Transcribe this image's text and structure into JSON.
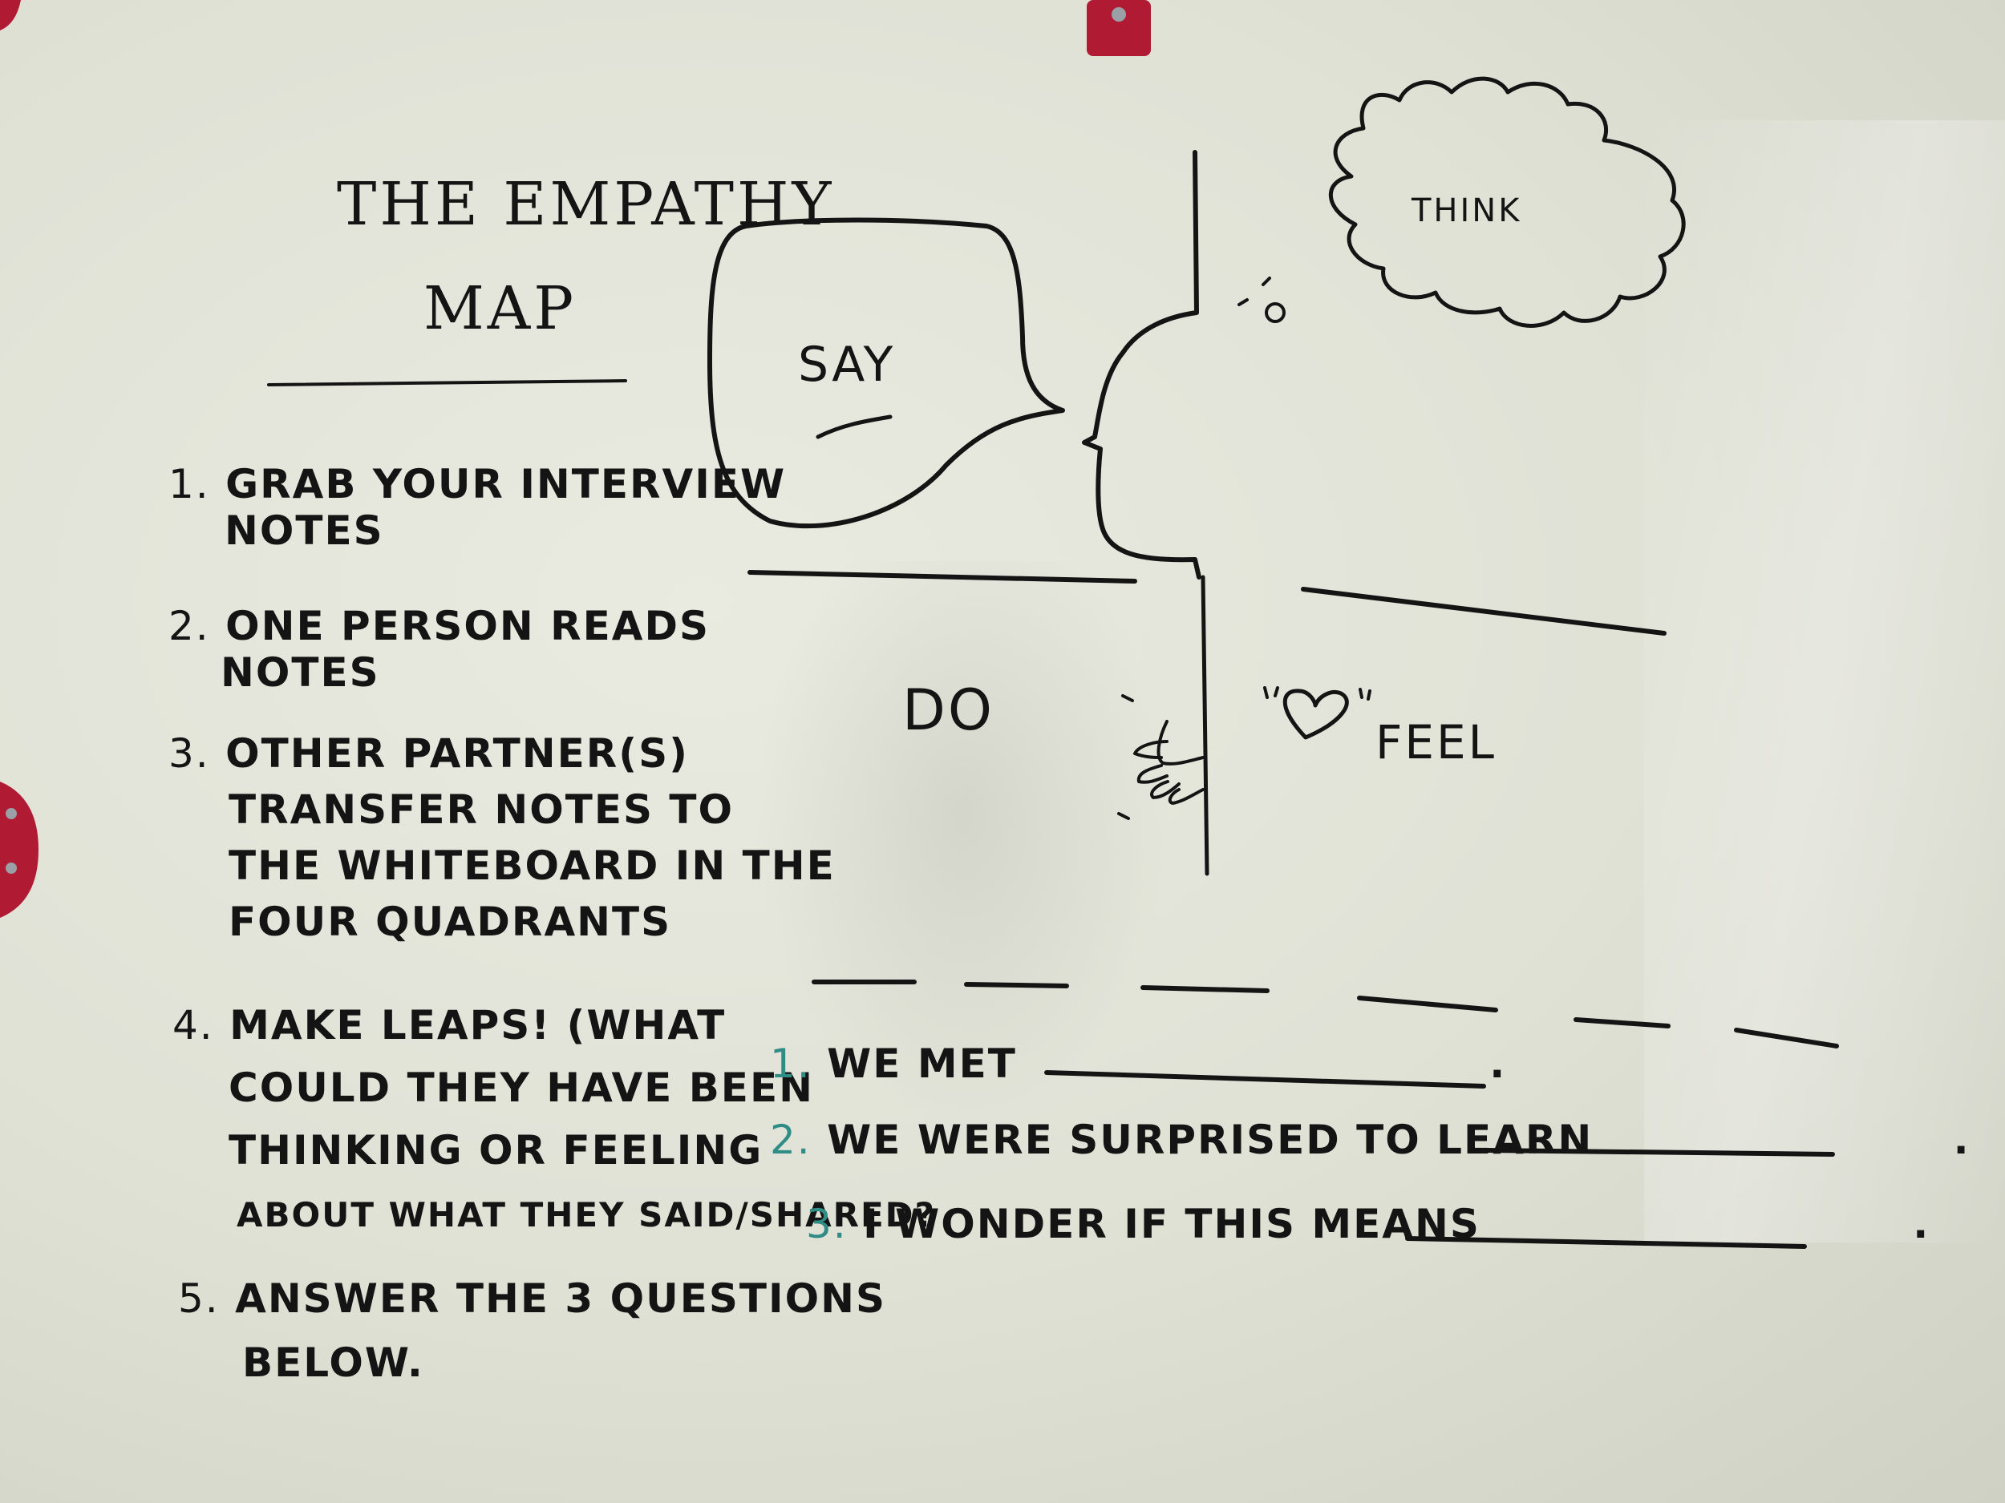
{
  "colors": {
    "board": "#e4e6da",
    "ink": "#141414",
    "teal_ink": "#2f8d86",
    "magnet": "#b01a33"
  },
  "title": {
    "line1": "The Empathy",
    "line2": "Map"
  },
  "steps": [
    {
      "num": "1.",
      "lines": [
        "Grab Your Interview",
        "Notes"
      ]
    },
    {
      "num": "2.",
      "lines": [
        "One Person Reads",
        "Notes"
      ]
    },
    {
      "num": "3.",
      "lines": [
        "Other Partner(s)",
        "Transfer Notes To",
        "The Whiteboard In The",
        "Four Quadrants"
      ]
    },
    {
      "num": "4.",
      "lines": [
        "Make Leaps! (What",
        "Could They Have Been",
        "Thinking Or Feeling",
        "About What They Said/Shared?"
      ]
    },
    {
      "num": "5.",
      "lines": [
        "Answer The 3 Questions",
        "Below."
      ]
    }
  ],
  "quadrants": {
    "say": "Say",
    "think": "Think",
    "do": "Do",
    "feel": "Feel"
  },
  "prompts": [
    {
      "num": "1.",
      "text": "We Met",
      "end": "."
    },
    {
      "num": "2.",
      "text": "We Were Surprised To Learn",
      "end": "."
    },
    {
      "num": "3.",
      "text": "I Wonder If This Means",
      "end": "."
    }
  ]
}
